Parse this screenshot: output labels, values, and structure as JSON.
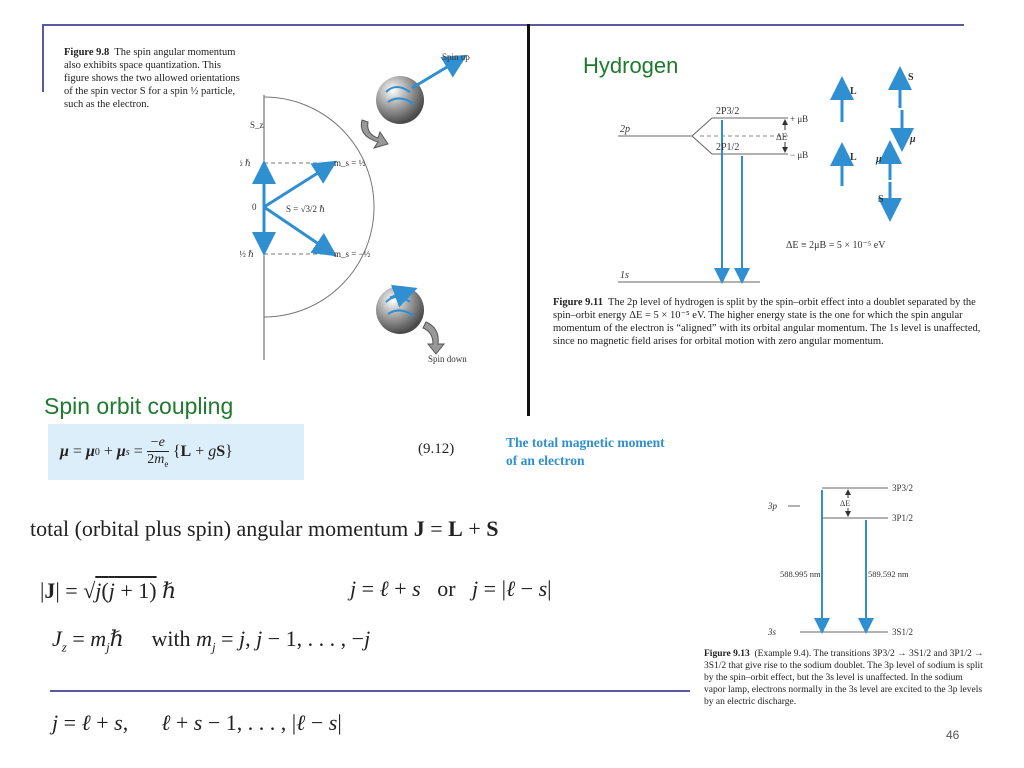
{
  "slide": {
    "page_number": "46"
  },
  "fig98": {
    "caption_label": "Figure 9.8",
    "caption_text": "The spin angular momentum also exhibits space quantization. This figure shows the two allowed orientations of the spin vector S for a spin ½ particle, such as the electron.",
    "spin_up": "Spin up",
    "spin_down": "Spin down",
    "sz_label": "S_z",
    "half_hbar": "½ ℏ",
    "zero": "0",
    "neg_half_hbar": "−½ ℏ",
    "ms_up": "m_s = ½",
    "ms_down": "m_s = −½",
    "s_mag": "S = √3/2 ℏ"
  },
  "hydrogen": {
    "title": "Hydrogen",
    "level_2p": "2p",
    "level_1s": "1s",
    "level_2p32": "2P3/2",
    "level_2p12": "2P1/2",
    "plus_mub": "+ μB",
    "minus_mub": "− μB",
    "delta_e": "ΔE",
    "vec_L": "L",
    "vec_S": "S",
    "vec_mu": "μ",
    "energy_note": "ΔE ≡ 2μB = 5 × 10⁻⁵ eV",
    "caption_label": "Figure 9.11",
    "caption_text": "The 2p level of hydrogen is split by the spin–orbit effect into a doublet separated by the spin–orbit energy ΔE = 5 × 10⁻⁵ eV. The higher energy state is the one for which the spin angular momentum of the electron is “aligned” with its orbital angular momentum. The 1s level is unaffected, since no magnetic field arises for orbital motion with zero angular momentum."
  },
  "coupling": {
    "title": "Spin orbit coupling",
    "equation_number": "(9.12)",
    "note_line1": "The total magnetic moment",
    "note_line2": "of an electron"
  },
  "sodium": {
    "level_3p": "3p",
    "level_3s": "3s",
    "level_3p32": "3P3/2",
    "level_3p12": "3P1/2",
    "level_3s12": "3S1/2",
    "delta_e": "ΔE",
    "wavelength1": "588.995 nm",
    "wavelength2": "589.592 nm",
    "caption_label": "Figure 9.13",
    "caption_text": "(Example 9.4). The transitions 3P3/2 → 3S1/2 and 3P1/2 → 3S1/2 that give rise to the sodium doublet. The 3p level of sodium is split by the spin–orbit effect, but the 3s level is unaffected. In the sodium vapor lamp, electrons normally in the 3s level are excited to the 3p levels by an electric discharge."
  },
  "angular": {
    "heading": "total (orbital plus spin) angular momentum",
    "jz_with": "with",
    "or": "or"
  },
  "colors": {
    "accent_blue": "#2f8fd0",
    "title_green": "#1f7a2e",
    "rule_purple": "#5a5aa0",
    "box_blue": "#dceefa"
  }
}
